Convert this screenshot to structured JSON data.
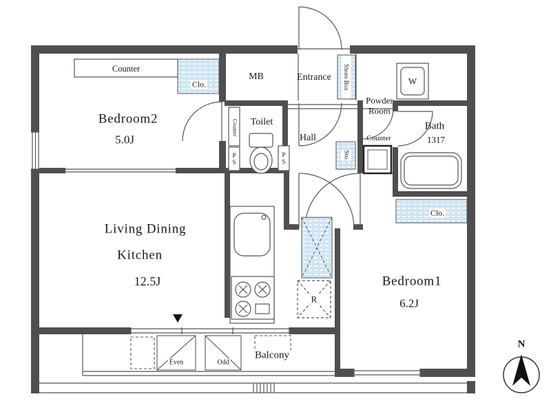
{
  "colors": {
    "wall": "#4f4f4f",
    "line": "#555555",
    "closet_fill": "#cfe5f3",
    "text": "#1a1a1a"
  },
  "rooms": {
    "bedroom2": {
      "name": "Bedroom2",
      "size": "5.0J",
      "counter": "Counter",
      "closet": "Clo."
    },
    "ldk": {
      "line1": "Living Dining",
      "line2": "Kitchen",
      "size": "12.5J"
    },
    "bedroom1": {
      "name": "Bedroom1",
      "size": "6.2J",
      "closet": "Clo."
    },
    "bath": {
      "name": "Bath",
      "size": "1317"
    },
    "toilet": {
      "name": "Toilet",
      "counter": "Counter",
      "ps_left": "PS",
      "ps_right": "PS"
    },
    "hall": {
      "name": "Hall",
      "storage": "Sto."
    },
    "entrance": {
      "name": "Entrance",
      "shoes_box": "Shoes Box",
      "meter_box": "MB"
    },
    "powder_room": {
      "name": "Powder Room",
      "counter": "Counter",
      "washer": "W"
    },
    "kitchen": {
      "refrigerator": "R"
    },
    "balcony": {
      "name": "Balcony",
      "unit_even": "Even",
      "unit_odd": "Odd"
    }
  },
  "compass": {
    "north_label": "N"
  }
}
